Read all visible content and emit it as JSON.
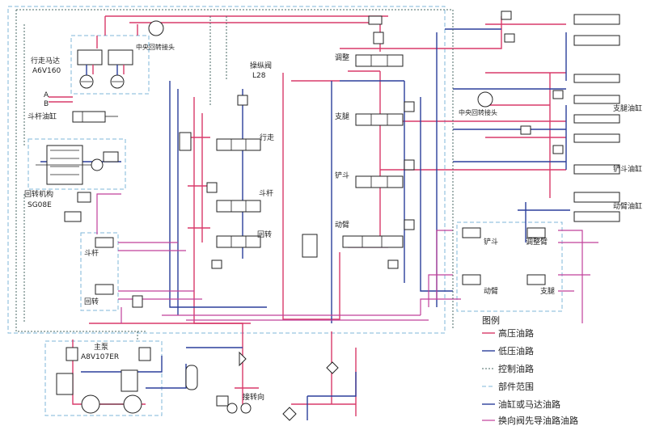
{
  "labels": {
    "travel_motor": "行走马达",
    "travel_motor_model": "A6V160",
    "central_joint_top": "中央回转接头",
    "central_joint_right": "中央回转接头",
    "control_valve": "操纵阀",
    "control_valve_model": "L28",
    "line_a": "A",
    "line_b": "B",
    "stick_cylinder": "斗杆油缸",
    "swing_mechanism": "回转机构",
    "swing_model": "SG08E",
    "valve_travel": "行走",
    "valve_stick": "斗杆",
    "valve_swing": "回转",
    "valve_adjust": "调整",
    "valve_outrigger": "支腿",
    "valve_shovel": "铲斗",
    "valve_boom": "动臂",
    "outrigger_cylinder": "支腿油缸",
    "shovel_cylinder": "铲斗油缸",
    "boom_cylinder": "动臂油缸",
    "pilot_stick": "斗杆",
    "pilot_swing": "回转",
    "pilot_shovel": "铲斗",
    "pilot_adjust_boom": "调整臂",
    "pilot_boom": "动臂",
    "pilot_outrigger": "支腿",
    "main_pump": "主泵",
    "main_pump_model": "A8V107ER",
    "to_swing": "接转向"
  },
  "legend": {
    "title": "图例",
    "items": [
      {
        "label": "高压油路",
        "style": "hp"
      },
      {
        "label": "低压油路",
        "style": "lp"
      },
      {
        "label": "控制油路",
        "style": "ctl"
      },
      {
        "label": "部件范围",
        "style": "rng"
      },
      {
        "label": "油缸或马达油路",
        "style": "oil"
      },
      {
        "label": "换向阀先导油路油路",
        "style": "pil"
      }
    ]
  },
  "colors": {
    "high_pressure": "#d83a6a",
    "low_pressure": "#2b3f9b",
    "control": "#4a6a66",
    "range": "#7fb7d8",
    "pilot": "#c0409b"
  }
}
